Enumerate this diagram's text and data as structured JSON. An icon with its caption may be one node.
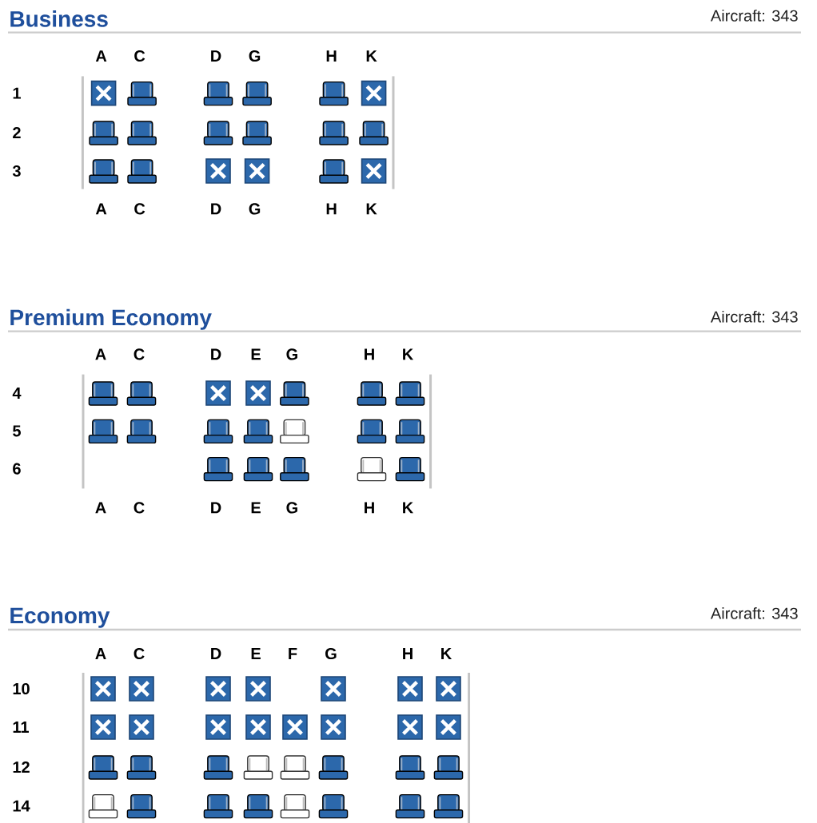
{
  "diagram": {
    "nodes": [
      {
        "text": [],
        "shape": "cross"
      },
      {
        "text": [],
        "shape": "seat"
      },
      {
        "text": [],
        "shape": "seat"
      },
      {
        "text": [],
        "shape": "seat"
      },
      {
        "text": [],
        "shape": "seat"
      },
      {
        "text": [],
        "shape": "cross"
      },
      {
        "text": [],
        "shape": "seat"
      },
      {
        "text": [],
        "shape": "seat"
      },
      {
        "text": [],
        "shape": "seat"
      },
      {
        "text": [],
        "shape": "seat"
      },
      {
        "text": [],
        "shape": "seat"
      },
      {
        "text": [],
        "shape": "seat"
      },
      {
        "text": [],
        "shape": "seat"
      },
      {
        "text": [],
        "shape": "seat"
      },
      {
        "text": [],
        "shape": "cross"
      },
      {
        "text": [],
        "shape": "cross"
      },
      {
        "text": [],
        "shape": "seat"
      },
      {
        "text": [],
        "shape": "cross"
      },
      {
        "text": [],
        "shape": "seat"
      },
      {
        "text": [],
        "shape": "seat"
      },
      {
        "text": [],
        "shape": "cross"
      },
      {
        "text": [],
        "shape": "cross"
      },
      {
        "text": [],
        "shape": "seat"
      },
      {
        "text": [],
        "shape": "seat"
      },
      {
        "text": [],
        "shape": "seat"
      },
      {
        "text": [],
        "shape": "seat"
      },
      {
        "text": [],
        "shape": "seat"
      },
      {
        "text": [],
        "shape": "seat"
      },
      {
        "text": [],
        "shape": "seat"
      },
      {
        "text": [],
        "shape": "chair"
      },
      {
        "text": [],
        "shape": "seat"
      },
      {
        "text": [],
        "shape": "seat"
      },
      {
        "text": [],
        "shape": "seat"
      },
      {
        "text": [],
        "shape": "seat"
      },
      {
        "text": [],
        "shape": "seat"
      },
      {
        "text": [],
        "shape": "chair"
      },
      {
        "text": [],
        "shape": "seat"
      },
      {
        "text": [],
        "shape": "cross"
      },
      {
        "text": [],
        "shape": "cross"
      },
      {
        "text": [],
        "shape": "cross"
      },
      {
        "text": [],
        "shape": "cross"
      },
      {
        "text": [],
        "shape": "cross"
      },
      {
        "text": [],
        "shape": "cross"
      },
      {
        "text": [],
        "shape": "cross"
      },
      {
        "text": [],
        "shape": "cross"
      },
      {
        "text": [],
        "shape": "cross"
      },
      {
        "text": [],
        "shape": "cross"
      },
      {
        "text": [],
        "shape": "cross"
      },
      {
        "text": [],
        "shape": "cross"
      },
      {
        "text": [],
        "shape": "cross"
      },
      {
        "text": [],
        "shape": "cross"
      },
      {
        "text": [],
        "shape": "cross"
      },
      {
        "text": [],
        "shape": "seat"
      },
      {
        "text": [],
        "shape": "seat"
      },
      {
        "text": [],
        "shape": "seat"
      },
      {
        "text": [],
        "shape": "chair"
      },
      {
        "text": [],
        "shape": "chair"
      },
      {
        "text": [],
        "shape": "seat"
      },
      {
        "text": [],
        "shape": "seat"
      },
      {
        "text": [],
        "shape": "seat"
      },
      {
        "text": [],
        "shape": "chair"
      },
      {
        "text": [],
        "shape": "seat"
      },
      {
        "text": [],
        "shape": "seat"
      },
      {
        "text": [],
        "shape": "seat"
      },
      {
        "text": [],
        "shape": "chair"
      },
      {
        "text": [],
        "shape": "seat"
      },
      {
        "text": [],
        "shape": "seat"
      },
      {
        "text": [],
        "shape": "seat"
      }
    ],
    "labels": [
      "Business",
      "Aircraft: 343",
      "A",
      "C",
      "D",
      "G",
      "H",
      "K",
      "1",
      "2",
      "3",
      "A",
      "C",
      "D",
      "G",
      "H",
      "K",
      "Premium Economy",
      "Aircraft: 343",
      "A",
      "C",
      "D",
      "E",
      "G",
      "H",
      "K",
      "4",
      "5",
      "6",
      "A",
      "C",
      "D",
      "E",
      "G",
      "H",
      "K",
      "Economy",
      "Aircraft: 343",
      "A",
      "C",
      "D",
      "E",
      "F",
      "G",
      "H",
      "K",
      "10",
      "11",
      "12",
      "14"
    ]
  }
}
